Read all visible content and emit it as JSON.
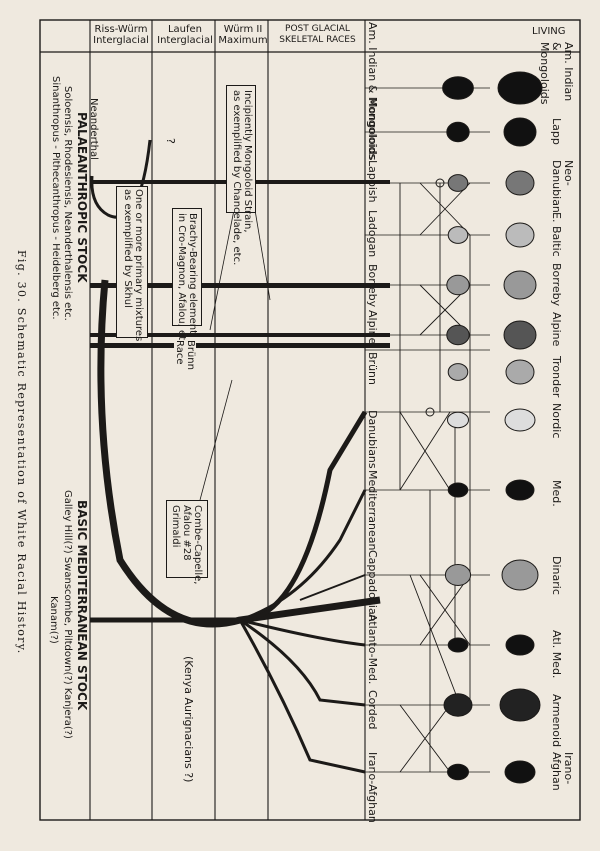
{
  "caption": "Fig. 30. Schematic Representation of White Racial History.",
  "columns": {
    "riss_wurm": "Riss-Würm Interglacial",
    "laufen": "Laufen Interglacial",
    "wurm2": "Würm II Maximum",
    "postglacial": "POST GLACIAL SKELETAL RACES",
    "living": "LIVING"
  },
  "postglacial_races": [
    "Am. Indian & Mongoloids",
    "Mongoloids",
    "Lappish",
    "Ladogan",
    "Borreby",
    "Alpine",
    "Brünn",
    "Danubians",
    "Mediterranean",
    "Cappadocian",
    "Atlanto-Med.",
    "Corded",
    "Irano-Afghan"
  ],
  "living_races": [
    "Am. Indian & Mongoloids",
    "Lapp",
    "Neo-Danubian",
    "E. Baltic",
    "Borreby",
    "Alpine",
    "Tronder",
    "Nordic",
    "Med.",
    "Dinaric",
    "Atl. Med.",
    "Armenoid",
    "Irano-Afghan"
  ],
  "labels": {
    "neanderthal": "Neanderthal",
    "question": "?",
    "palaeanthropic_title": "PALAEANTHROPIC STOCK",
    "palaeanthropic_line1": "Soloensis, Rhodesiensis, Neanderthalensis etc.",
    "palaeanthropic_line2": "Sinanthropus - Pithecanthropus - Heidelberg etc.",
    "mongoloid_box": "Incipiently Mongoloid Strain,\nas exemplified by Chancelade, etc.",
    "mixtures_box": "One or more primary mixtures\nas exemplified by Skhul",
    "brachy_box": "Brachy-Bearing element\nin Cro-Magnon, Afalou, etc.",
    "brunn_race": "Brünn\nRace",
    "combe_box": "Combe-Capelle,\nAfalou #28\nGrimaldi",
    "basic_med_title": "BASIC MEDITERRANEAN STOCK",
    "basic_med_line1": "Galley Hill(?) Swanscombe, Piltdown(?) Kanjera(?)",
    "basic_med_line2": "Kanam(?)",
    "kenya": "(Kenya Aurignacians ?)"
  }
}
